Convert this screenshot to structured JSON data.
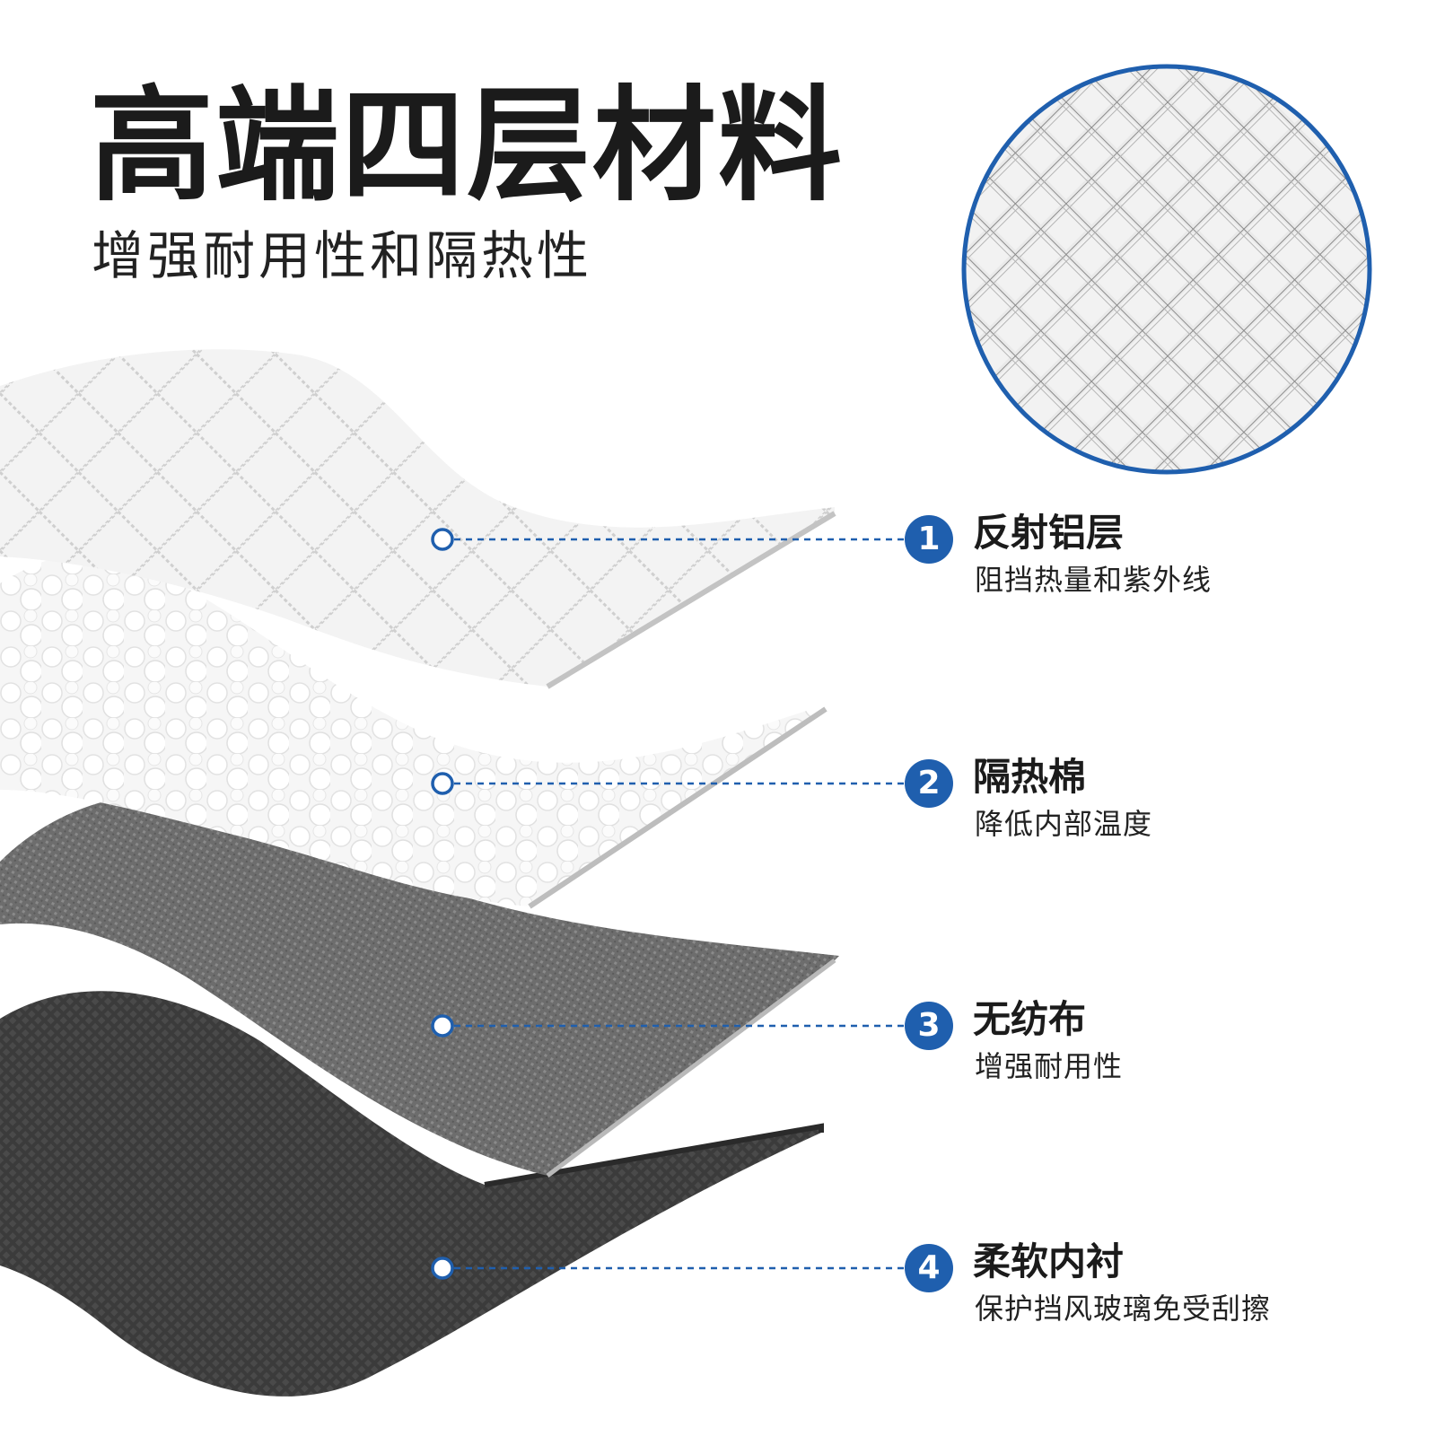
{
  "header": {
    "title": "高端四层材料",
    "subtitle": "增强耐用性和隔热性"
  },
  "colors": {
    "accent": "#1f5fae",
    "layer1": "#f4f4f4",
    "layer2": "#f7f7f7",
    "layer3": "#6a6a6a",
    "layer4": "#3a3a3a"
  },
  "icons": {
    "detail": "magnified-quilted-texture-circle"
  },
  "layers": [
    {
      "number": "1",
      "title": "反射铝层",
      "desc": "阻挡热量和紫外线"
    },
    {
      "number": "2",
      "title": "隔热棉",
      "desc": "降低内部温度"
    },
    {
      "number": "3",
      "title": "无纺布",
      "desc": "增强耐用性"
    },
    {
      "number": "4",
      "title": "柔软内衬",
      "desc": "保护挡风玻璃免受刮擦"
    }
  ]
}
